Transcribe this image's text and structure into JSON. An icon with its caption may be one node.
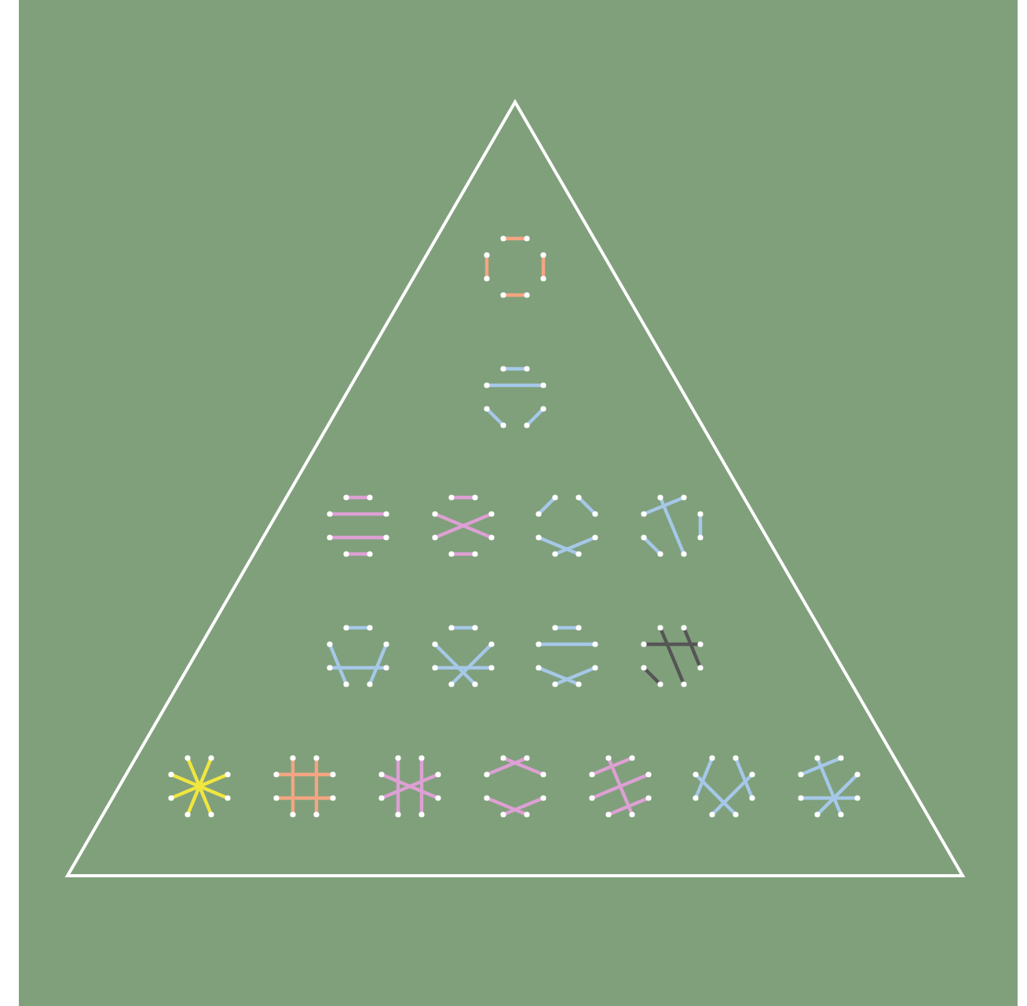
{
  "diagram": {
    "nodes": [
      {
        "text": [],
        "shape": "triangle"
      },
      {
        "text": [],
        "shape": "picture",
        "in": 0
      },
      {
        "text": [],
        "shape": "picture",
        "in": 0
      },
      {
        "text": [],
        "shape": "picture",
        "in": 0
      },
      {
        "text": [],
        "shape": "picture",
        "in": 0
      },
      {
        "text": [],
        "shape": "picture",
        "in": 0
      },
      {
        "text": [],
        "shape": "picture",
        "in": 0
      },
      {
        "text": [],
        "shape": "picture",
        "in": 0
      },
      {
        "text": [],
        "shape": "picture",
        "in": 0
      },
      {
        "text": [],
        "shape": "picture",
        "in": 0
      },
      {
        "text": [],
        "shape": "picture",
        "in": 0
      },
      {
        "text": [],
        "shape": "picture",
        "in": 0
      },
      {
        "text": [],
        "shape": "picture",
        "in": 0
      },
      {
        "text": [],
        "shape": "picture",
        "in": 0
      },
      {
        "text": [],
        "shape": "picture",
        "in": 0
      },
      {
        "text": [],
        "shape": "picture",
        "in": 0
      },
      {
        "text": [],
        "shape": "picture",
        "in": 0
      },
      {
        "text": [],
        "shape": "picture",
        "in": 0
      }
    ]
  }
}
